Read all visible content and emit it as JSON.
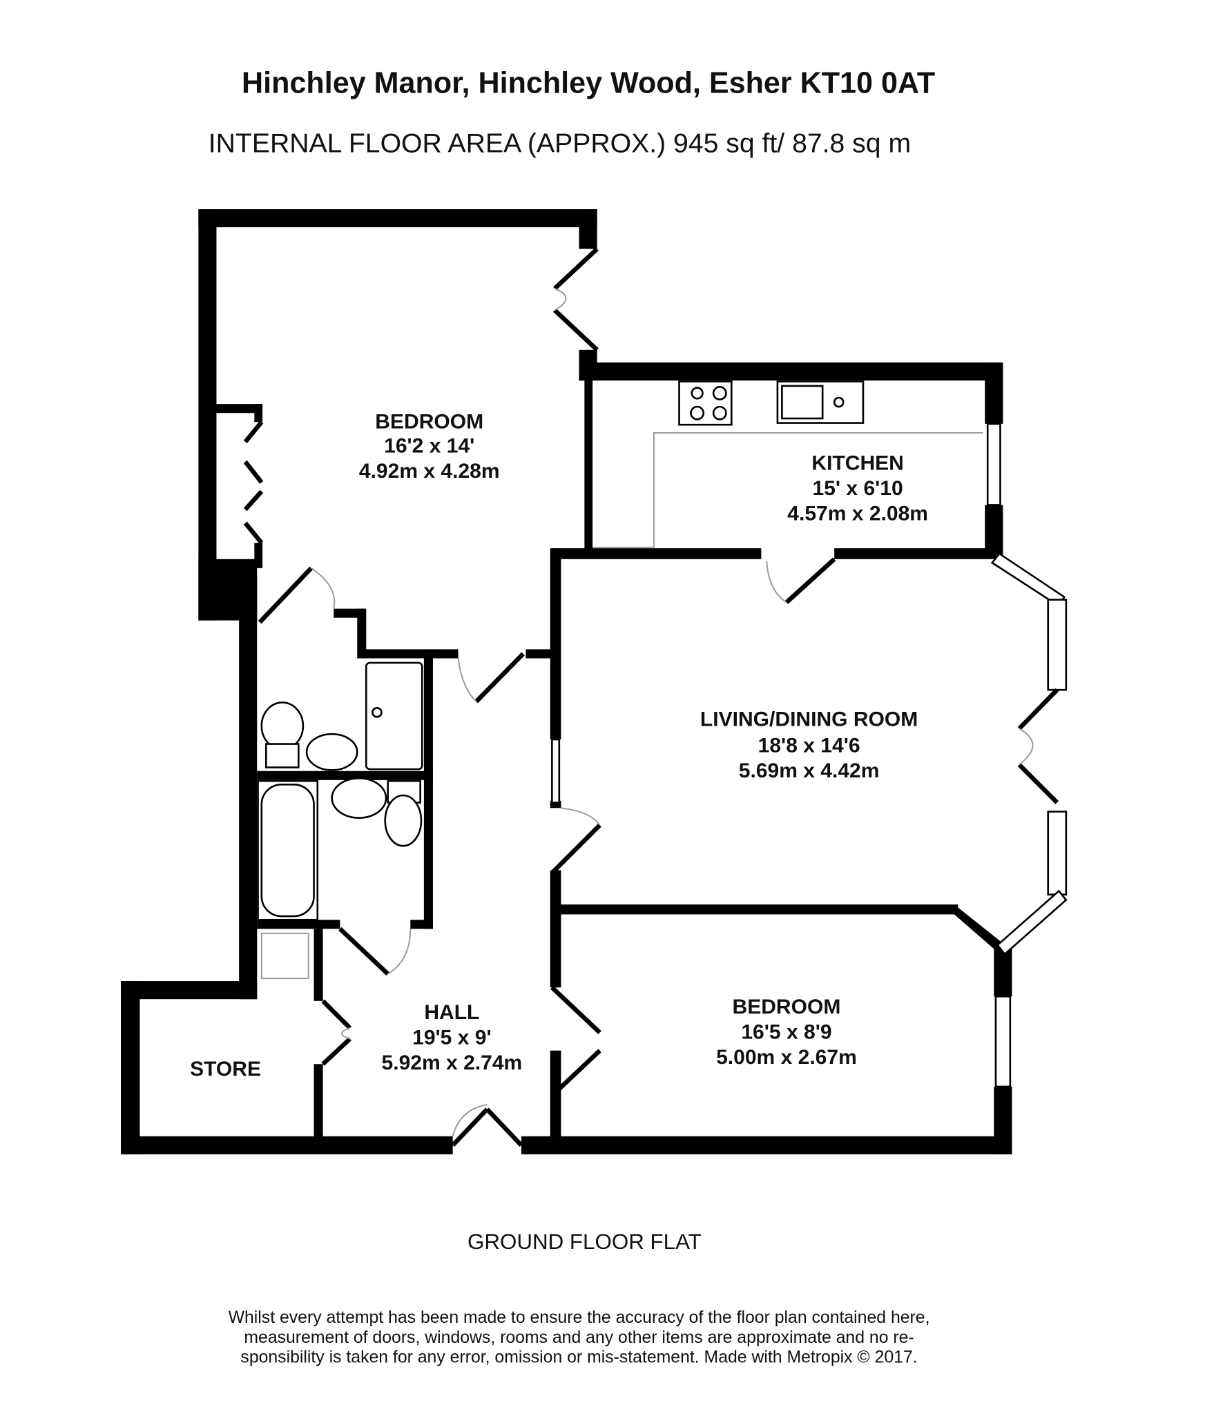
{
  "header": {
    "title": "Hinchley Manor, Hinchley Wood, Esher KT10 0AT",
    "area": "INTERNAL FLOOR AREA (APPROX.) 945 sq ft/ 87.8 sq m"
  },
  "rooms": [
    {
      "name": "BEDROOM",
      "imperial": "16'2 x 14'",
      "metric": "4.92m x 4.28m"
    },
    {
      "name": "KITCHEN",
      "imperial": "15' x 6'10",
      "metric": "4.57m x 2.08m"
    },
    {
      "name": "LIVING/DINING ROOM",
      "imperial": "18'8 x 14'6",
      "metric": "5.69m x 4.42m"
    },
    {
      "name": "BEDROOM",
      "imperial": "16'5 x 8'9",
      "metric": "5.00m x 2.67m"
    },
    {
      "name": "HALL",
      "imperial": "19'5 x 9'",
      "metric": "5.92m x 2.74m"
    },
    {
      "name": "STORE"
    }
  ],
  "floor_label": "GROUND FLOOR FLAT",
  "disclaimer": [
    "Whilst every attempt has been made to ensure the accuracy of the floor plan contained here,",
    "measurement of doors, windows, rooms and any other items are approximate and no re-",
    "sponsibility is taken for any error, omission or mis-statement. Made with Metropix © 2017."
  ]
}
